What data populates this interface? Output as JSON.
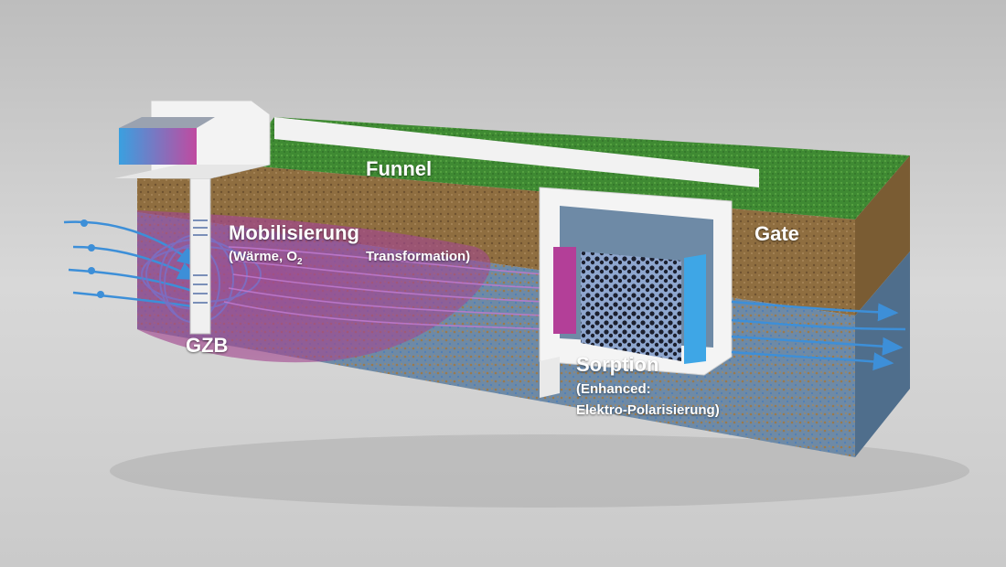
{
  "labels": {
    "funnel": "Funnel",
    "gate": "Gate",
    "mobilisierung": "Mobilisierung",
    "mobilisierung_detail_prefix": "(Wärme, O",
    "mobilisierung_detail_sub": "2",
    "transformation": "Transformation)",
    "gzb": "GZB",
    "sorption": "Sorption",
    "sorption_detail_1": "(Enhanced:",
    "sorption_detail_2": "Elektro-Polarisierung)"
  },
  "colors": {
    "grass": "#3f8a33",
    "topsoil": "#8c6c3e",
    "aquifer": "#6b88a6",
    "plume": "#9a4f8c",
    "flow_arrows": "#3d8fd8",
    "wall": "#eeeeee"
  }
}
